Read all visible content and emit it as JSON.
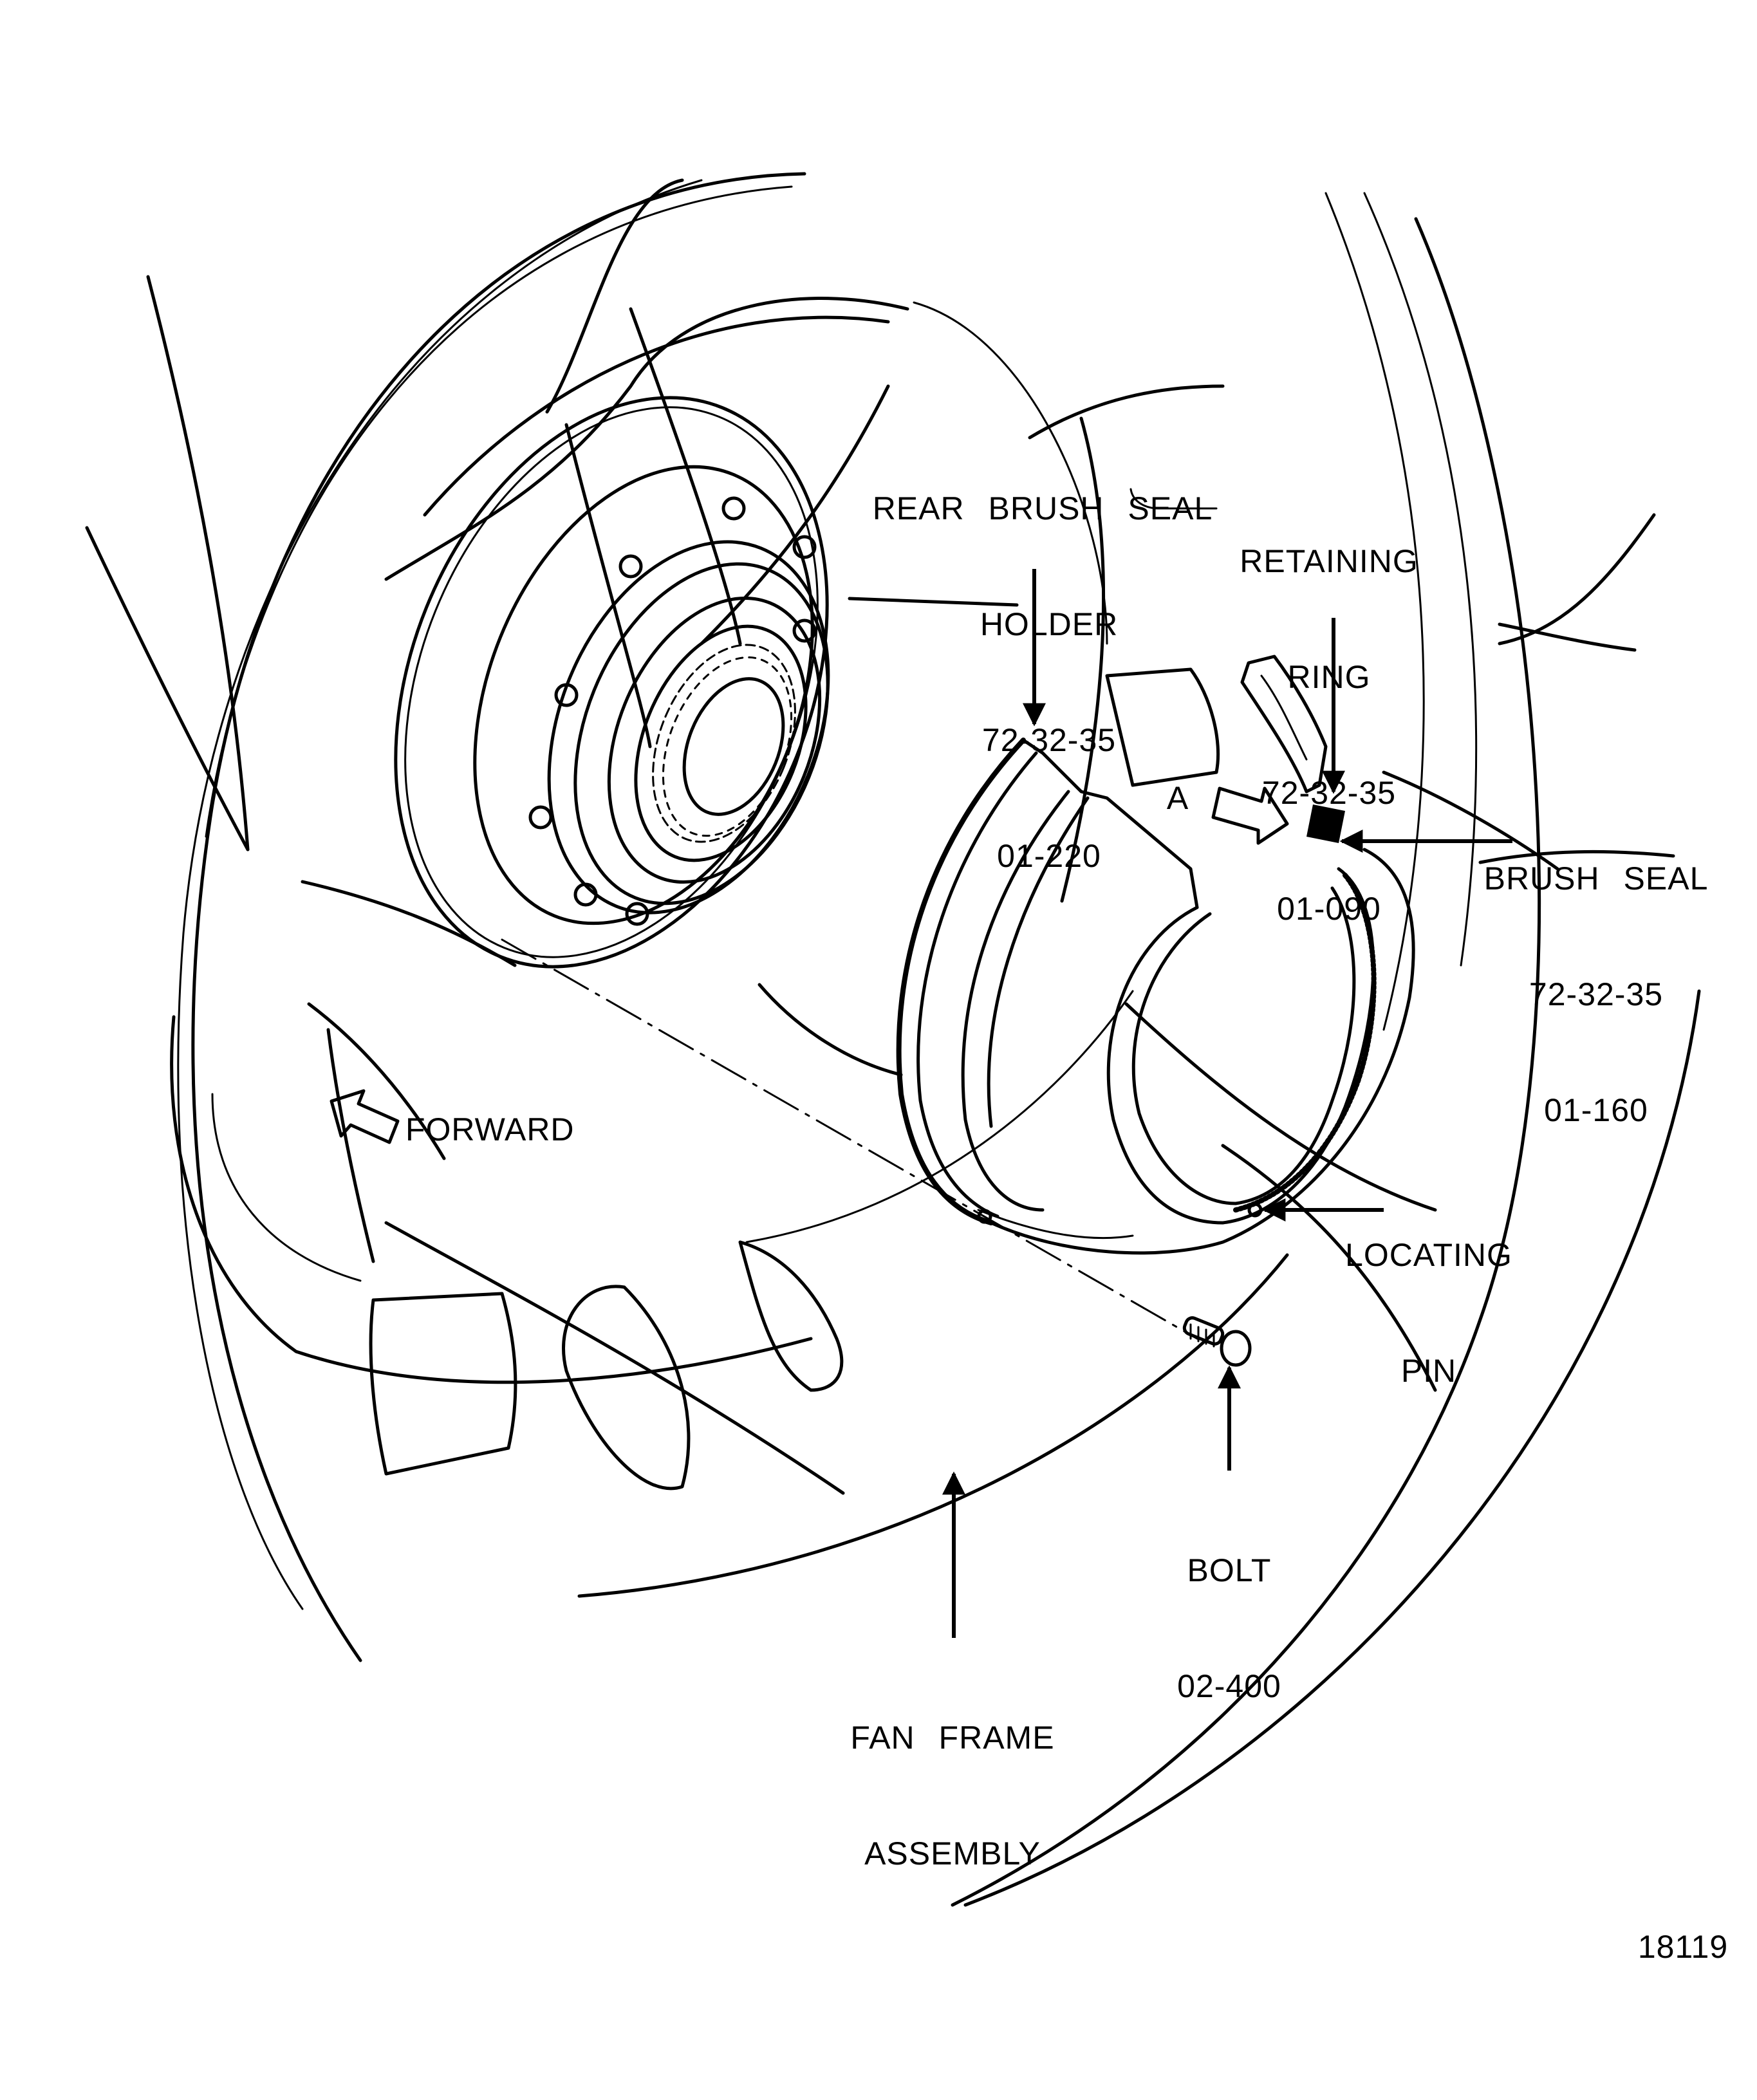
{
  "figure": {
    "figure_number": "18119",
    "view_marker": "A",
    "direction_indicator": "FORWARD"
  },
  "callouts": {
    "rear_brush_seal_holder": {
      "name_line1": "REAR BRUSH SEAL",
      "name_line2": "HOLDER",
      "ref": "72-32-35",
      "item": "01-220"
    },
    "retaining_ring": {
      "name_line1": "RETAINING",
      "name_line2": "RING",
      "ref": "72-32-35",
      "item": "01-090"
    },
    "brush_seal": {
      "name_line1": "BRUSH SEAL",
      "ref": "72-32-35",
      "item": "01-160"
    },
    "locating_pin": {
      "name_line1": "LOCATING",
      "name_line2": "PIN"
    },
    "bolt": {
      "name_line1": "BOLT",
      "item": "02-400"
    },
    "fan_frame_assembly": {
      "name_line1": "FAN FRAME",
      "name_line2": "ASSEMBLY"
    }
  }
}
